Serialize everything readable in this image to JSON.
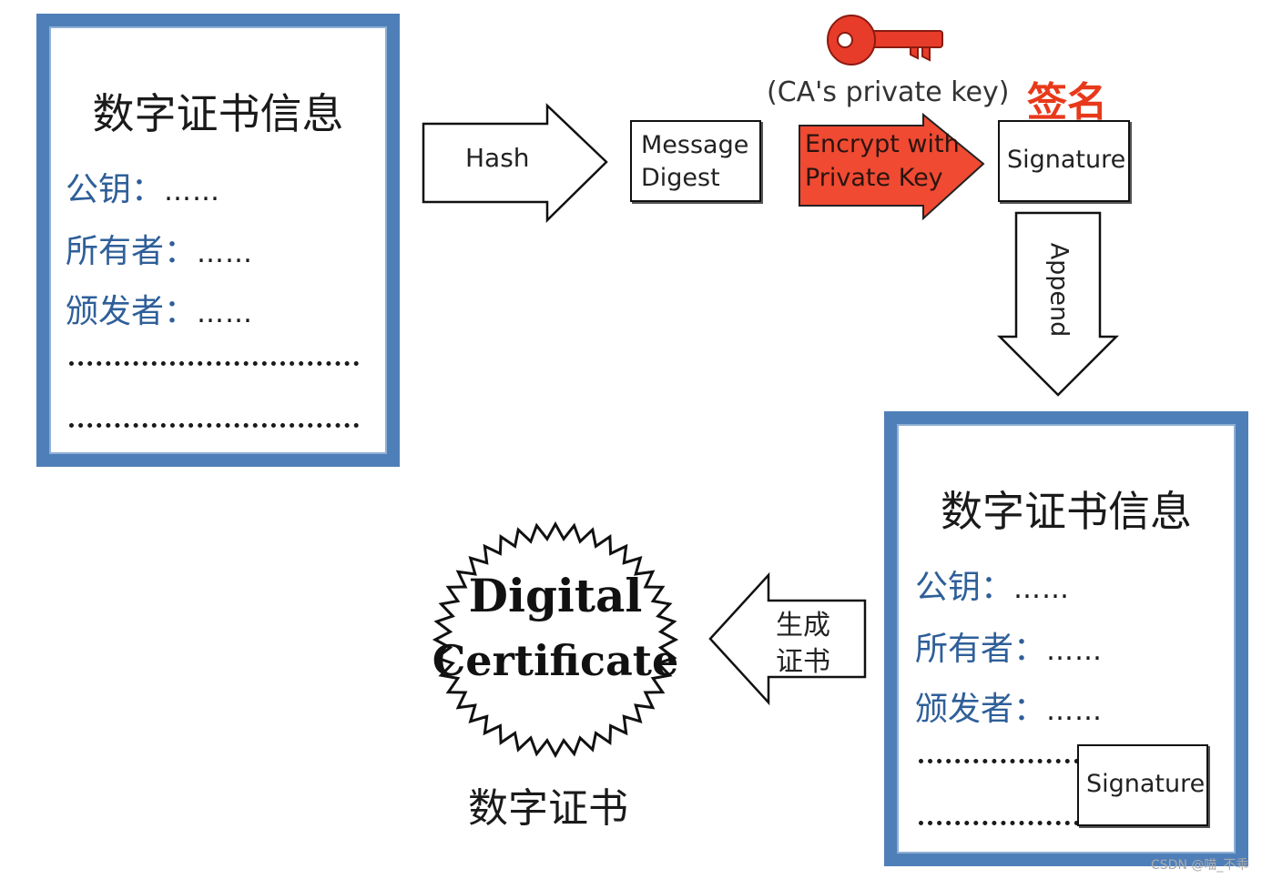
{
  "source_certificate": {
    "title": "数字证书信息",
    "fields": [
      {
        "label": "公钥：",
        "value": "……"
      },
      {
        "label": "所有者：",
        "value": "……"
      },
      {
        "label": "颁发者：",
        "value": "……"
      }
    ]
  },
  "hash_arrow": {
    "label": "Hash"
  },
  "message_digest": {
    "line1": "Message",
    "line2": "Digest"
  },
  "key": {
    "label": "(CA's private key)",
    "icon": "key-icon",
    "color": "#e83c2a"
  },
  "sign_label": "签名",
  "encrypt_arrow": {
    "line1": "Encrypt with",
    "line2": "Private Key",
    "color": "#f04a32"
  },
  "signature_box": {
    "label": "Signature"
  },
  "append_arrow": {
    "label": "Append"
  },
  "signed_certificate": {
    "title": "数字证书信息",
    "fields": [
      {
        "label": "公钥：",
        "value": "……"
      },
      {
        "label": "所有者：",
        "value": "……"
      },
      {
        "label": "颁发者：",
        "value": "……"
      }
    ],
    "signature_label": "Signature"
  },
  "generate_arrow": {
    "line1": "生成",
    "line2": "证书"
  },
  "seal": {
    "line1": "Digital",
    "line2": "Certificate",
    "icon": "seal-icon"
  },
  "seal_caption": "数字证书",
  "watermark": "CSDN @喵_不乖",
  "colors": {
    "card_border": "#4f7fb8",
    "field_text": "#2f5f99",
    "sign_red": "#e8391a"
  }
}
